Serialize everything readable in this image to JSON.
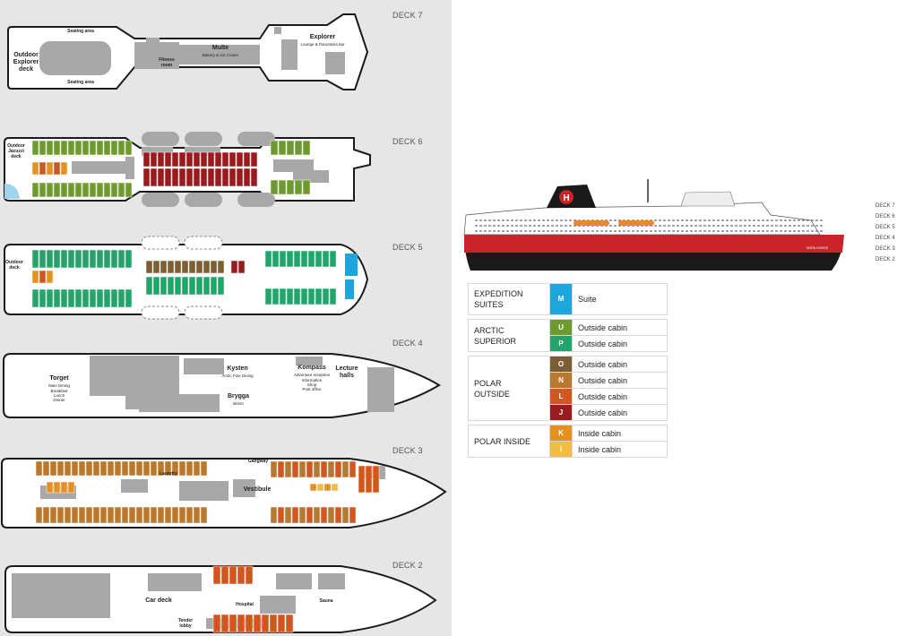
{
  "decks": {
    "deck7": {
      "label": "DECK 7",
      "areas": [
        {
          "key": "outdoor",
          "lines": [
            "Outdoor",
            "Explorer",
            "deck"
          ]
        },
        {
          "key": "seat1",
          "lines": [
            "Seating area"
          ]
        },
        {
          "key": "seat2",
          "lines": [
            "Seating area"
          ]
        },
        {
          "key": "multe",
          "lines": [
            "Multe"
          ],
          "sub": "Bakery & Ice Cream"
        },
        {
          "key": "fitness",
          "lines": [
            "Fitness",
            "room"
          ]
        },
        {
          "key": "explorer",
          "lines": [
            "Explorer"
          ],
          "sub": "Lounge & Panorama bar"
        }
      ]
    },
    "deck6": {
      "label": "DECK 6",
      "areas": [
        {
          "key": "jacuzzi",
          "lines": [
            "Outdoor",
            "Jacuzzi",
            "deck"
          ]
        }
      ]
    },
    "deck5": {
      "label": "DECK 5",
      "areas": [
        {
          "key": "outdoor5",
          "lines": [
            "Outdoor",
            "deck"
          ]
        }
      ]
    },
    "deck4": {
      "label": "DECK 4",
      "areas": [
        {
          "key": "torget",
          "lines": [
            "Torget"
          ],
          "sub": "Main Dining",
          "sub2": [
            "Breakfast",
            "Lunch",
            "Dinner"
          ]
        },
        {
          "key": "kysten",
          "lines": [
            "Kysten"
          ],
          "sub": "Arctic Fine Dining"
        },
        {
          "key": "brygga",
          "lines": [
            "Brygga"
          ],
          "sub": "Bistro"
        },
        {
          "key": "kompass",
          "lines": [
            "Kompass"
          ],
          "sub": "Adventure reception",
          "sub2": [
            "Information",
            "Shop",
            "Post office"
          ]
        },
        {
          "key": "lecture",
          "lines": [
            "Lecture",
            "halls"
          ]
        }
      ]
    },
    "deck3": {
      "label": "DECK 3",
      "areas": [
        {
          "key": "laundry",
          "lines": [
            "Laundry"
          ]
        },
        {
          "key": "gangway",
          "lines": [
            "Gangway"
          ]
        },
        {
          "key": "vestibule",
          "lines": [
            "Vestibule"
          ]
        }
      ]
    },
    "deck2": {
      "label": "DECK 2",
      "areas": [
        {
          "key": "car",
          "lines": [
            "Car deck"
          ]
        },
        {
          "key": "hospital",
          "lines": [
            "Hospital"
          ]
        },
        {
          "key": "sauna",
          "lines": [
            "Sauna"
          ]
        },
        {
          "key": "tender",
          "lines": [
            "Tender",
            "lobby"
          ]
        }
      ]
    }
  },
  "ship_profile": {
    "deck_labels": [
      "DECK 7",
      "DECK 6",
      "DECK 5",
      "DECK 4",
      "DECK 3",
      "DECK 2"
    ],
    "logo_letter": "H",
    "ship_name": "NORD NORGE"
  },
  "legend": {
    "groups": [
      {
        "name": [
          "EXPEDITION",
          "SUITES"
        ],
        "rows": [
          {
            "code": "M",
            "color": "#1ea6dc",
            "label": "Suite"
          }
        ]
      },
      {
        "name": [
          "ARCTIC",
          "SUPERIOR"
        ],
        "rows": [
          {
            "code": "U",
            "color": "#6e9b2f",
            "label": "Outside cabin"
          },
          {
            "code": "P",
            "color": "#22a56a",
            "label": "Outside cabin"
          }
        ]
      },
      {
        "name": [
          "POLAR",
          "OUTSIDE"
        ],
        "rows": [
          {
            "code": "O",
            "color": "#7d5e34",
            "label": "Outside cabin"
          },
          {
            "code": "N",
            "color": "#b8782e",
            "label": "Outside cabin"
          },
          {
            "code": "L",
            "color": "#d2571f",
            "label": "Outside cabin"
          },
          {
            "code": "J",
            "color": "#981b1e",
            "label": "Outside cabin"
          }
        ]
      },
      {
        "name": [
          "POLAR INSIDE"
        ],
        "rows": [
          {
            "code": "K",
            "color": "#e6901e",
            "label": "Inside cabin"
          },
          {
            "code": "I",
            "color": "#f0bc44",
            "label": "Inside cabin"
          }
        ]
      }
    ]
  },
  "colors": {
    "hull_outline": "#1a1a1a",
    "deck_fill": "#ffffff",
    "block_grey": "#a8a8a8",
    "panel_bg": "#e6e6e7",
    "hull_red": "#c8242a",
    "hull_black": "#1a1a1a"
  }
}
